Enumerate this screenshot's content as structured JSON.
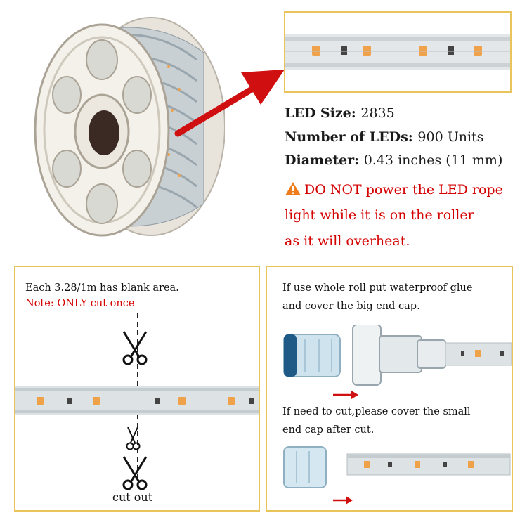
{
  "specs": {
    "led_size_label": "LED Size:",
    "led_size_value": "2835",
    "led_count_label": "Number of LEDs:",
    "led_count_value": "900 Units",
    "diameter_label": "Diameter:",
    "diameter_value": "0.43 inches (11 mm)"
  },
  "warning": {
    "line1": "DO NOT power the LED rope",
    "line2": "light while it is on the roller",
    "line3": "as it will overheat."
  },
  "cut_panel": {
    "line1": "Each 3.28/1m has blank area.",
    "note": "Note: ONLY cut once",
    "cut_out": "cut  out"
  },
  "cap_panel": {
    "line1": "If use whole roll put waterproof glue",
    "line2": "and cover the big end cap.",
    "line3": "If need to cut,please cover the small",
    "line4": "end cap after cut."
  },
  "colors": {
    "frame": "#e9c45a",
    "warning": "#d40000",
    "arrow": "#d01010",
    "led": "#f0a24a"
  },
  "icons": [
    "warning-icon",
    "scissors-icon",
    "arrow-right-icon"
  ]
}
